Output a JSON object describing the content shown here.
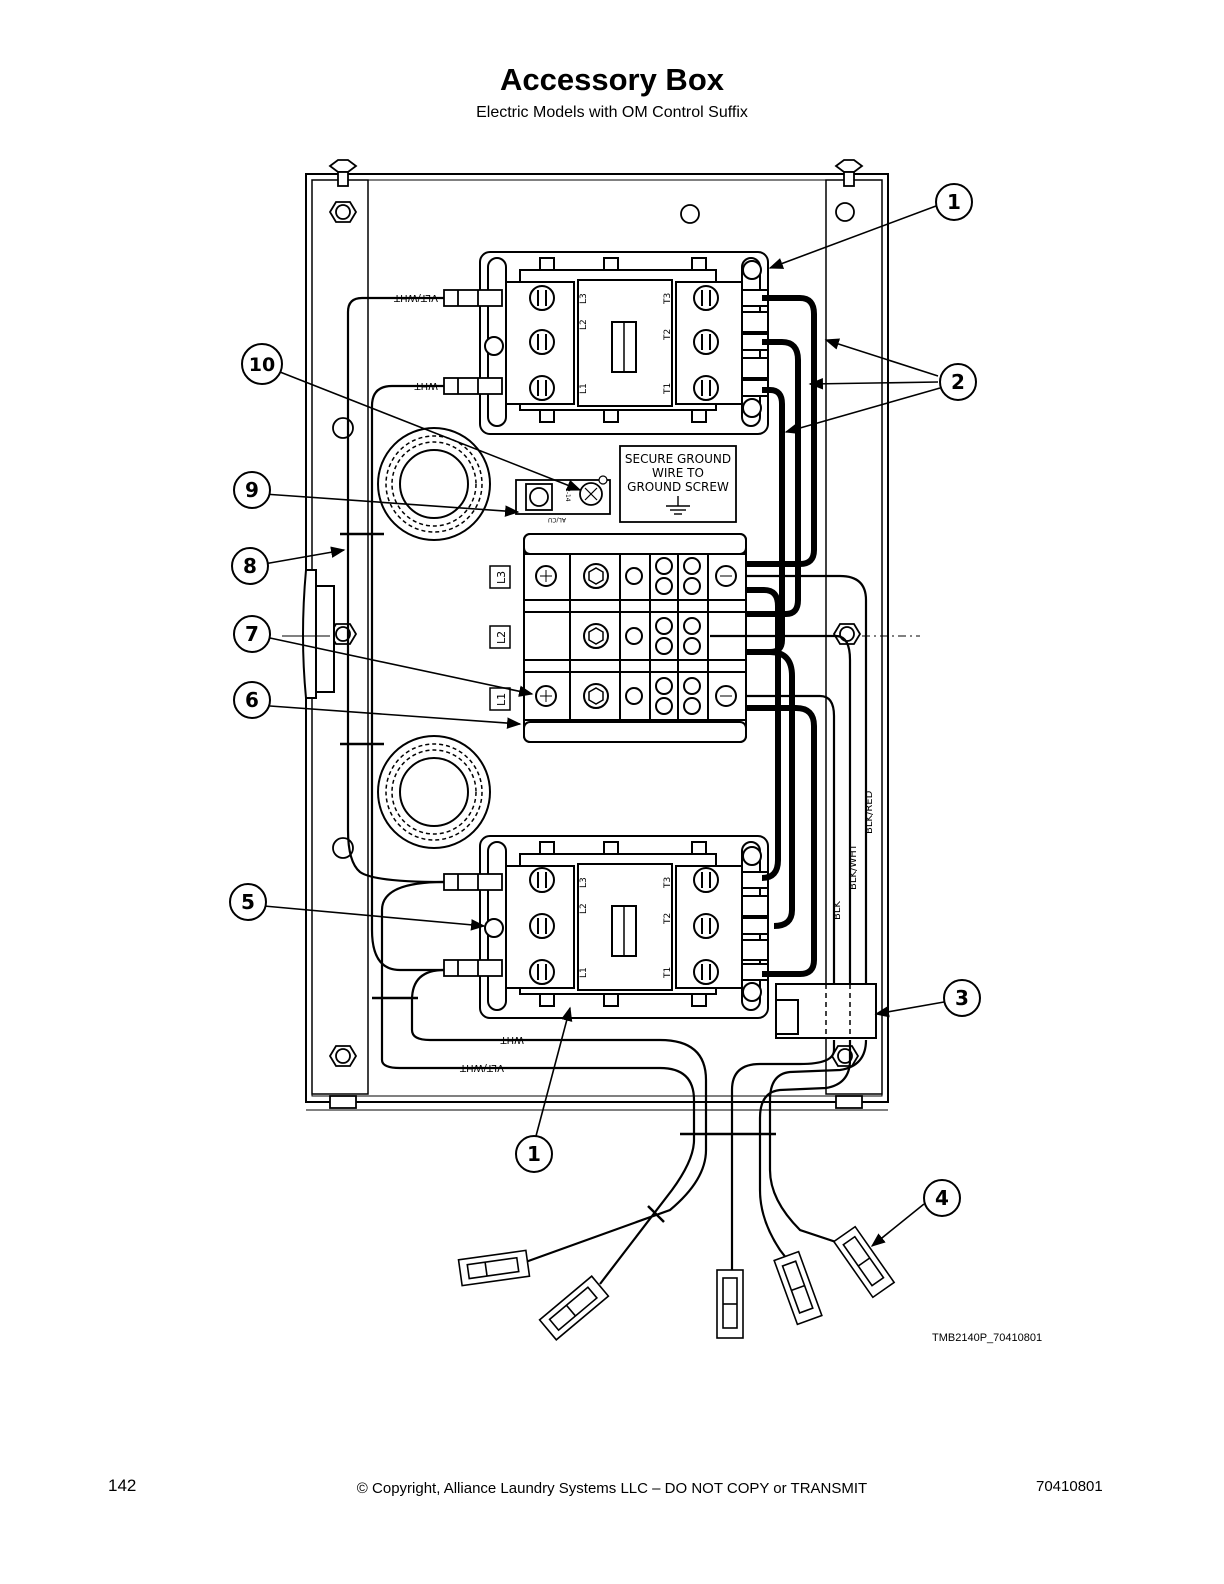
{
  "header": {
    "title": "Accessory Box",
    "subtitle": "Electric Models with OM Control Suffix"
  },
  "diagram": {
    "callouts": [
      "1",
      "2",
      "3",
      "4",
      "5",
      "6",
      "7",
      "8",
      "9",
      "10",
      "1"
    ],
    "ground_label": [
      "SECURE GROUND",
      "WIRE TO",
      "GROUND SCREW"
    ],
    "wire_labels": {
      "vlt_wht": "VLT/WHT",
      "wht": "WHT",
      "blk": "BLK",
      "blk_wht": "BLK/WHT",
      "blk_red": "BLK/RED"
    },
    "contactor_terminals": {
      "line": [
        "L3",
        "L2",
        "L1"
      ],
      "load": [
        "T3",
        "T2",
        "T1"
      ]
    },
    "terminal_block_labels": [
      "L3",
      "L2",
      "L1"
    ],
    "ground_lug_text": "2-14",
    "ground_lug_text2": "AL/CU",
    "drawing_code": "TMB2140P_70410801"
  },
  "footer": {
    "page_number": "142",
    "copyright": "© Copyright, Alliance Laundry Systems LLC – DO NOT COPY or TRANSMIT",
    "doc_number": "70410801"
  }
}
